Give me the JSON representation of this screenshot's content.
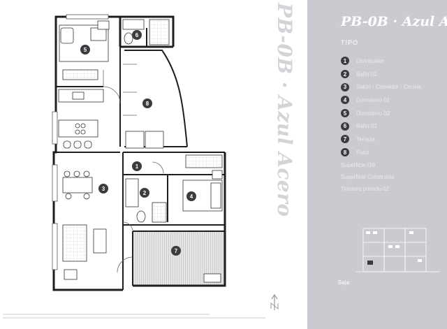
{
  "unit": {
    "title": "PB-0B · Azul Acero",
    "section_label": "TIPO"
  },
  "legend": [
    {
      "num": "1",
      "label": "Distribuidor"
    },
    {
      "num": "2",
      "label": "Baño 01"
    },
    {
      "num": "3",
      "label": "Salón - Comedor - Cocina"
    },
    {
      "num": "4",
      "label": "Dormitorio 01"
    },
    {
      "num": "5",
      "label": "Dormitorio 02"
    },
    {
      "num": "6",
      "label": "Baño 02"
    },
    {
      "num": "7",
      "label": "Terraza"
    },
    {
      "num": "8",
      "label": "Patio"
    }
  ],
  "info": {
    "line1": "Superficie Útil",
    "line2": "Superficie Construida",
    "line3": "Trastero privado 02"
  },
  "floor_label": "Baja",
  "room_badges": [
    "1",
    "2",
    "3",
    "4",
    "5",
    "6",
    "7",
    "8"
  ],
  "colors": {
    "panel_bg": "#c9cbd1",
    "badge": "#3b3c40",
    "terrace_fill": "#e4e4e4",
    "wall": "#1e1e1e"
  }
}
